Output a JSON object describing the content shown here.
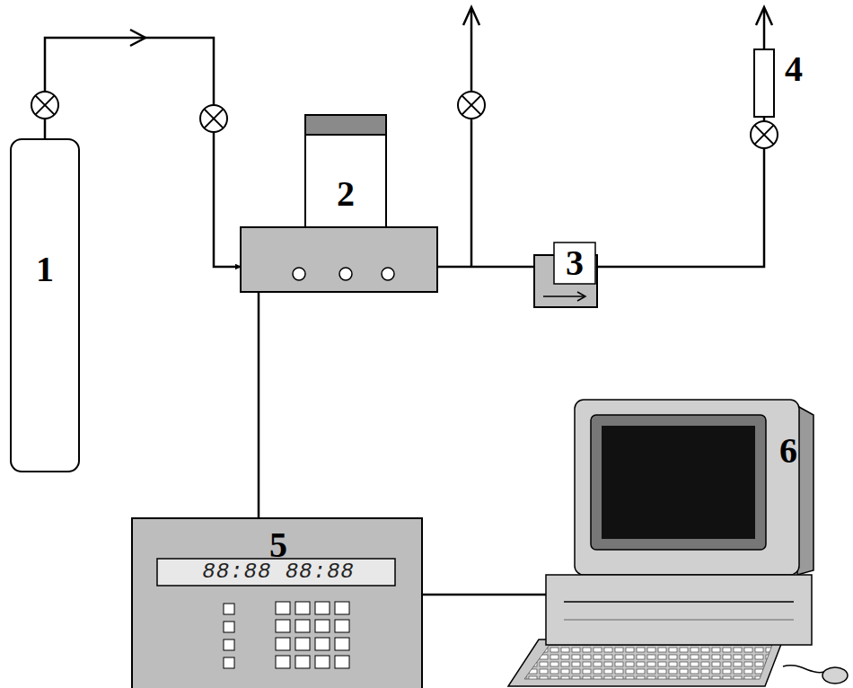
{
  "diagram": {
    "nodes": [
      {
        "text": [
          "1"
        ]
      },
      {
        "text": [
          "2"
        ]
      },
      {
        "text": [
          "3"
        ]
      },
      {
        "text": [
          "4"
        ]
      },
      {
        "text": [
          "5"
        ]
      },
      {
        "text": [
          "6"
        ]
      }
    ],
    "edges": [
      {
        "from": 0,
        "to": 1,
        "arrow": "to"
      },
      {
        "from": 1,
        "to": 2,
        "arrow": "none"
      },
      {
        "from": 2,
        "to": 3,
        "arrow": "none"
      },
      {
        "from": 1,
        "to": 4,
        "arrow": "none"
      },
      {
        "from": 4,
        "to": 5,
        "arrow": "none"
      }
    ],
    "labels": [
      "88:88 88:88"
    ]
  }
}
